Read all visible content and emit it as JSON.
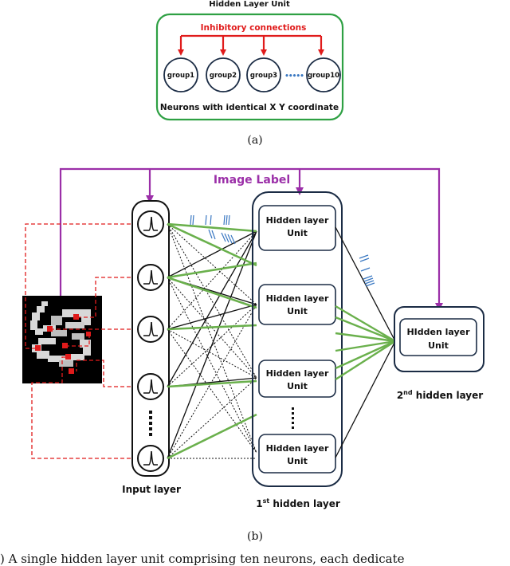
{
  "panel_a": {
    "title": "Hidden Layer Unit",
    "inhibitory_label": "Inhibitory connections",
    "groups": [
      "group1",
      "group2",
      "group3",
      "group10"
    ],
    "ellipsis": "•••••",
    "footer": "Neurons with identical X Y coordinate",
    "caption": "(a)"
  },
  "panel_b": {
    "image_label": "Image Label",
    "input_layer_label": "Input layer",
    "hidden1_label_prefix": "1",
    "hidden1_label_sup": "st",
    "hidden1_label_suffix": " hidden layer",
    "hidden2_label_prefix": "2",
    "hidden2_label_sup": "nd",
    "hidden2_label_suffix": "  hidden layer",
    "unit_line1": "Hidden layer",
    "unit_line2": "Unit",
    "hidden2_unit_line1": "HIdden layer",
    "hidden2_unit_line2": "Unit",
    "caption": "(b)"
  },
  "bottom_caption": ") A single hidden layer unit comprising ten neurons, each dedicate",
  "colors": {
    "green": "#2ea043",
    "red": "#e01b1b",
    "purple": "#9b2fa8",
    "navy": "#1b2c45",
    "blue": "#3a78c2",
    "lime": "#6ab04c"
  }
}
